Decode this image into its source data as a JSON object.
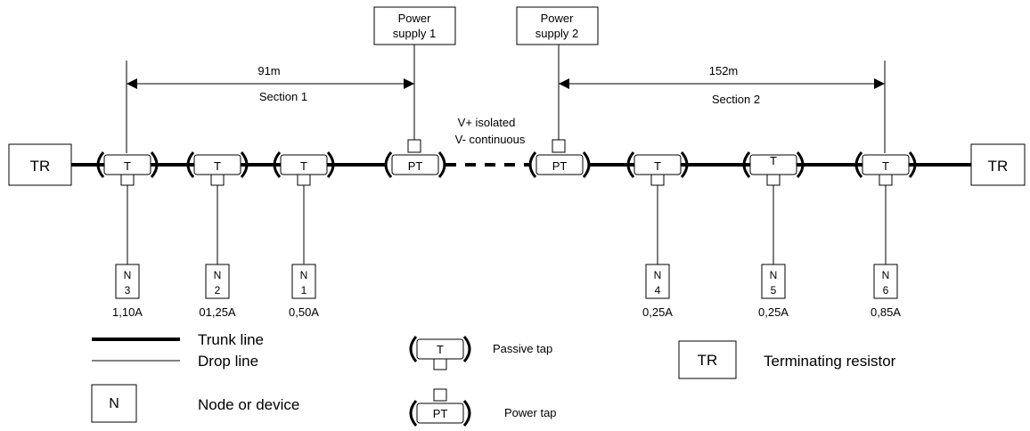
{
  "terminators": {
    "left": "TR",
    "right": "TR"
  },
  "power_supplies": [
    {
      "line1": "Power",
      "line2": "supply 1"
    },
    {
      "line1": "Power",
      "line2": "supply 2"
    }
  ],
  "sections": [
    {
      "length": "91m",
      "name": "Section 1"
    },
    {
      "length": "152m",
      "name": "Section 2"
    }
  ],
  "isolation_note": {
    "line1": "V+ isolated",
    "line2": "V- continuous"
  },
  "tap_labels": {
    "passive": "T",
    "power": "PT"
  },
  "nodes": [
    {
      "letter": "N",
      "number": "3",
      "current": "1,10A"
    },
    {
      "letter": "N",
      "number": "2",
      "current": "01,25A"
    },
    {
      "letter": "N",
      "number": "1",
      "current": "0,50A"
    },
    {
      "letter": "N",
      "number": "4",
      "current": "0,25A"
    },
    {
      "letter": "N",
      "number": "5",
      "current": "0,25A"
    },
    {
      "letter": "N",
      "number": "6",
      "current": "0,85A"
    }
  ],
  "legend": {
    "trunk_line": "Trunk line",
    "drop_line": "Drop line",
    "node_symbol": "N",
    "node_or_device": "Node or device",
    "passive_tap_symbol": "T",
    "passive_tap": "Passive tap",
    "power_tap_symbol": "PT",
    "power_tap": "Power tap",
    "terminator_symbol": "TR",
    "terminating_resistor": "Terminating resistor"
  }
}
